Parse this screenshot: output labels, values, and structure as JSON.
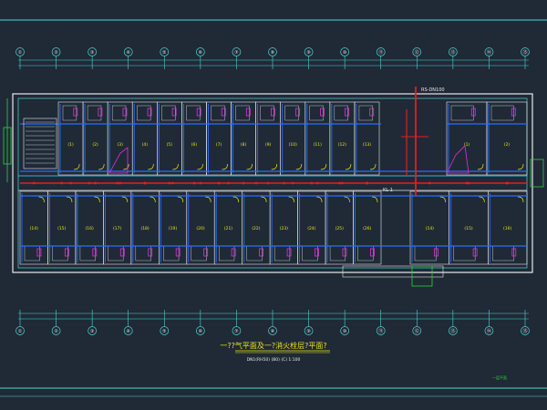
{
  "colors": {
    "background": "#1f2a36",
    "frame": "#4fd6d6",
    "wall": "#e8e8e8",
    "pipe_red": "#e02020",
    "pipe_blue": "#2a6cff",
    "corridor_line": "#40e0ff",
    "door_yellow": "#f0e020",
    "magenta": "#e030e0",
    "green": "#30d040",
    "title_yellow": "#f0e020"
  },
  "axis_labels": {
    "top": [
      "①",
      "②",
      "③",
      "④",
      "⑤",
      "⑥",
      "⑦",
      "⑧",
      "⑨",
      "⑩",
      "⑪",
      "⑫",
      "⑬",
      "⑭",
      "⑮"
    ],
    "bottom": [
      "①",
      "②",
      "③",
      "④",
      "⑤",
      "⑥",
      "⑦",
      "⑧",
      "⑨",
      "⑩",
      "⑪",
      "⑫",
      "⑬",
      "⑭",
      "⑮"
    ]
  },
  "room_labels": {
    "north_row": [
      "(1)",
      "(2)",
      "(3)",
      "(4)",
      "(5)",
      "(6)",
      "(7)",
      "(8)",
      "(9)",
      "(10)",
      "(11)",
      "(12)",
      "(13)"
    ],
    "south_row": [
      "(14)",
      "(15)",
      "(16)",
      "(17)",
      "(18)",
      "(19)",
      "(20)",
      "(21)",
      "(22)",
      "(23)",
      "(24)",
      "(25)",
      "(26)"
    ]
  },
  "annotations": {
    "riser_note": "RS-DN100",
    "corridor_tag": "KL-1"
  },
  "title": {
    "main": "一??气平面及一?消火栓层?平面?",
    "sub": "DN1(RH50) (B0) (C) 1:100"
  },
  "corner_note": "一层平面"
}
